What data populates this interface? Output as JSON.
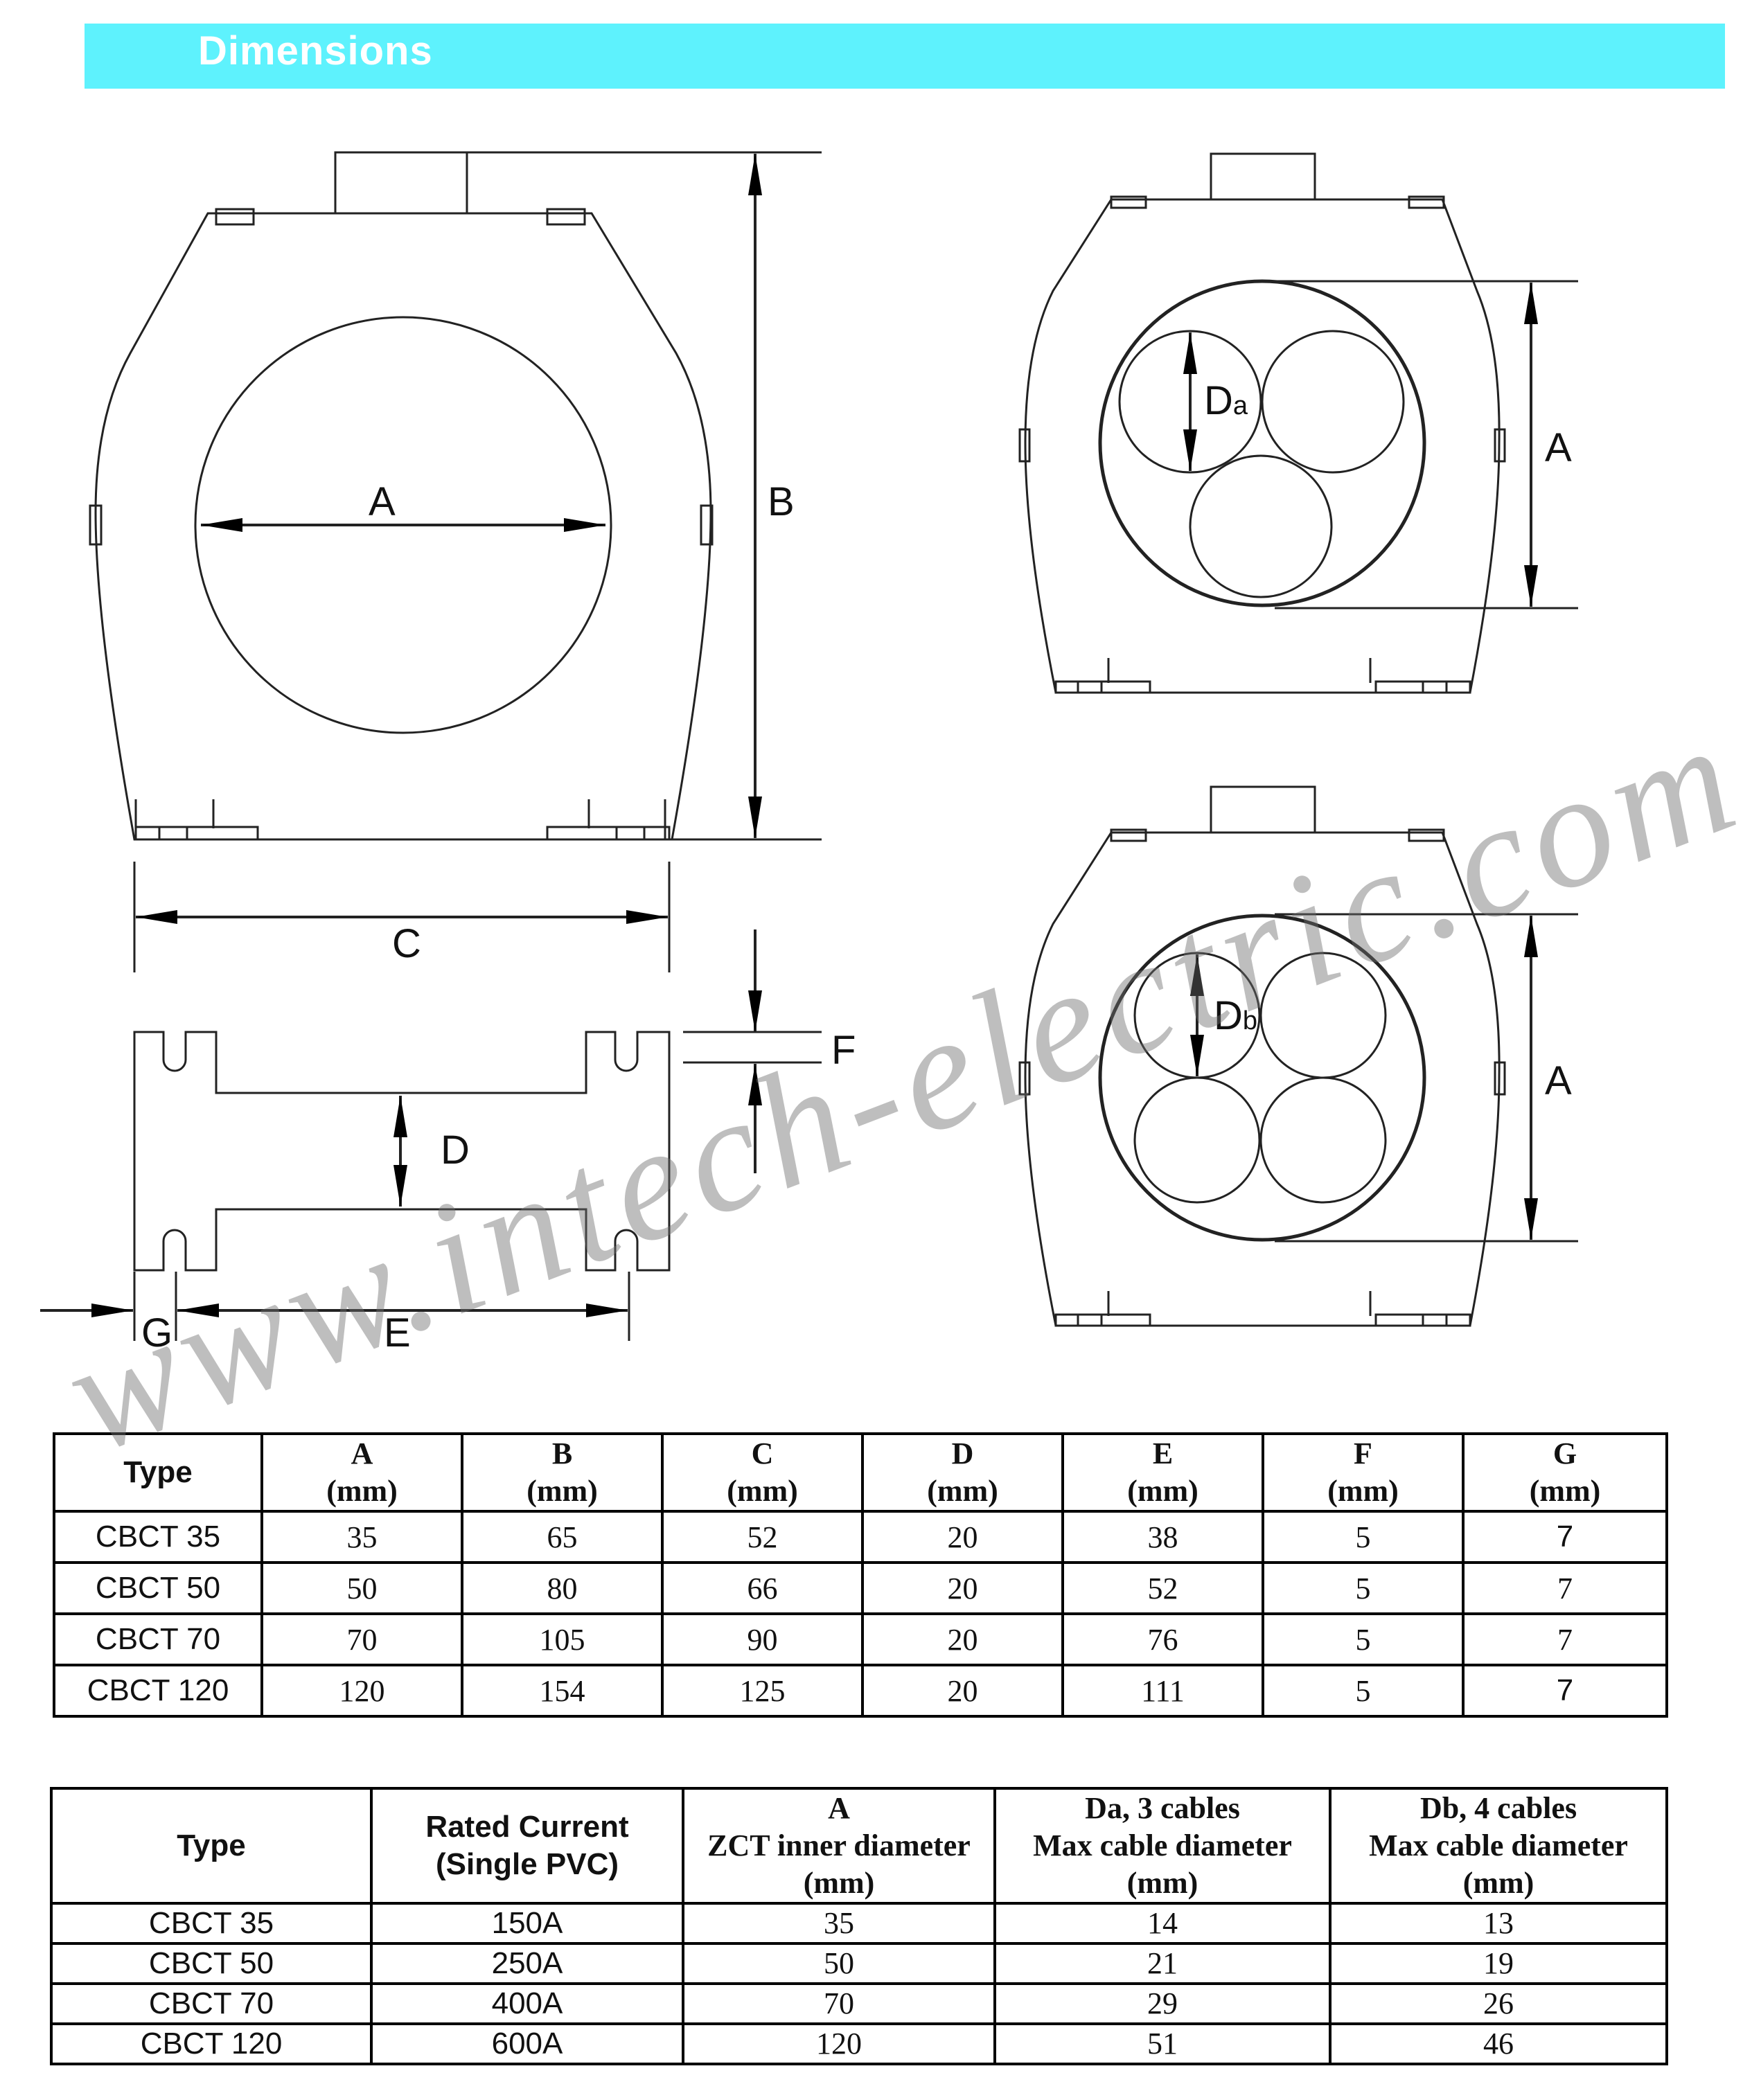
{
  "header": {
    "title": "Dimensions",
    "color": "#5ef2fd"
  },
  "drawing": {
    "front_view": {
      "label_a": "A",
      "label_b": "B",
      "label_c": "C"
    },
    "side_view": {
      "label_d": "D",
      "label_e": "E",
      "label_f": "F",
      "label_g": "G"
    },
    "three_cable_view": {
      "label_a": "A",
      "label_d": "D",
      "label_sub": "a"
    },
    "four_cable_view": {
      "label_a": "A",
      "label_d": "D",
      "label_sub": "b"
    }
  },
  "table1": {
    "headers": [
      {
        "top": "Type",
        "bottom": ""
      },
      {
        "top": "A",
        "bottom": "(mm)"
      },
      {
        "top": "B",
        "bottom": "(mm)"
      },
      {
        "top": "C",
        "bottom": "(mm)"
      },
      {
        "top": "D",
        "bottom": "(mm)"
      },
      {
        "top": "E",
        "bottom": "(mm)"
      },
      {
        "top": "F",
        "bottom": "(mm)"
      },
      {
        "top": "G",
        "bottom": "(mm)"
      }
    ],
    "rows": [
      [
        "CBCT 35",
        "35",
        "65",
        "52",
        "20",
        "38",
        "5",
        "7"
      ],
      [
        "CBCT 50",
        "50",
        "80",
        "66",
        "20",
        "52",
        "5",
        "7"
      ],
      [
        "CBCT 70",
        "70",
        "105",
        "90",
        "20",
        "76",
        "5",
        "7"
      ],
      [
        "CBCT 120",
        "120",
        "154",
        "125",
        "20",
        "111",
        "5",
        "7"
      ]
    ]
  },
  "table2": {
    "headers": [
      {
        "l1": "Type",
        "l2": "",
        "l3": ""
      },
      {
        "l1": "Rated Current",
        "l2": "(Single PVC)",
        "l3": ""
      },
      {
        "l1": "A",
        "l2": "ZCT inner diameter",
        "l3": "(mm)"
      },
      {
        "l1": "Da, 3 cables",
        "l2": "Max cable diameter",
        "l3": "(mm)"
      },
      {
        "l1": "Db, 4 cables",
        "l2": "Max cable diameter",
        "l3": "(mm)"
      }
    ],
    "rows": [
      [
        "CBCT 35",
        "150A",
        "35",
        "14",
        "13"
      ],
      [
        "CBCT 50",
        "250A",
        "50",
        "21",
        "19"
      ],
      [
        "CBCT 70",
        "400A",
        "70",
        "29",
        "26"
      ],
      [
        "CBCT 120",
        "600A",
        "120",
        "51",
        "46"
      ]
    ]
  },
  "watermark": "www.intech-electric.com.my"
}
